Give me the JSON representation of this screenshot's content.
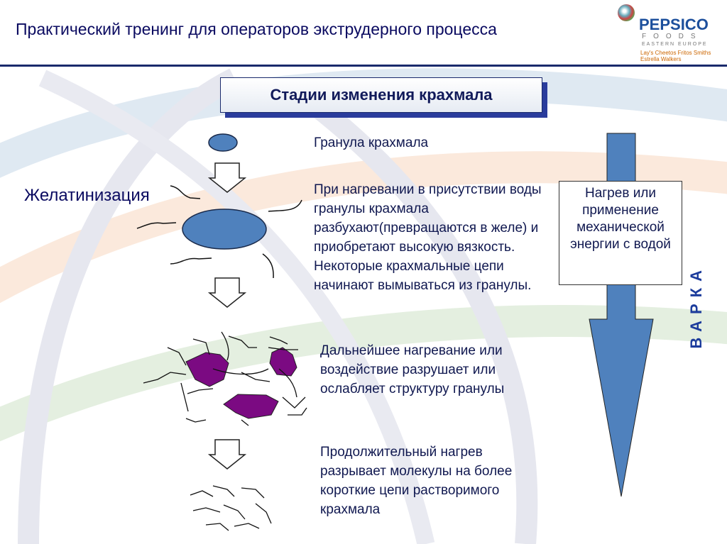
{
  "header": {
    "title": "Практический тренинг для операторов экструдерного процесса"
  },
  "logo": {
    "brand": "PEPSICO",
    "line2": "FOODS",
    "line3": "EASTERN EUROPE",
    "brands": "Lay's Cheetos Fritos Smiths Estrella Walkers"
  },
  "diagram": {
    "title": "Стадии изменения крахмала",
    "stage_label": "Желатинизация",
    "steps": [
      "Гранула крахмала",
      "При нагревании в присутствии воды гранулы крахмала разбухают(превращаются в желе) и приобретают высокую вязкость. Некоторые крахмальные цепи начинают вымываться из гранулы.",
      "Дальнейшее нагревание или воздействие разрушает или ослабляет структуру гранулы",
      "Продолжительный нагрев разрывает молекулы на более короткие цепи растворимого крахмала"
    ],
    "arrow_box": "Нагрев или применение механической энергии с водой",
    "side_label": "ВАРКА",
    "colors": {
      "granule": "#4f81bd",
      "fragment": "#7b0a82",
      "arrow": "#4f81bd"
    }
  }
}
